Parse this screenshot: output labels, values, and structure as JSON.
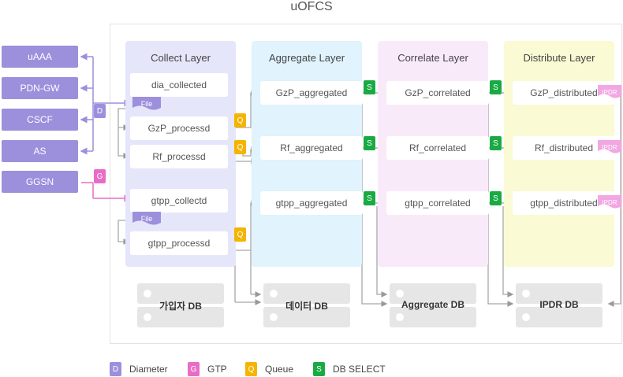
{
  "title": "uOFCS",
  "external": [
    "uAAA",
    "PDN-GW",
    "CSCF",
    "AS",
    "GGSN"
  ],
  "layers": {
    "collect": {
      "title": "Collect Layer",
      "boxes": [
        "dia_collected",
        "GzP_processd",
        "Rf_processd",
        "gtpp_collectd",
        "gtpp_processd"
      ]
    },
    "aggregate": {
      "title": "Aggregate Layer",
      "boxes": [
        "GzP_aggregated",
        "Rf_aggregated",
        "gtpp_aggregated"
      ]
    },
    "correlate": {
      "title": "Correlate Layer",
      "boxes": [
        "GzP_correlated",
        "Rf_correlated",
        "gtpp_correlated"
      ]
    },
    "distribute": {
      "title": "Distribute Layer",
      "boxes": [
        "GzP_distributed",
        "Rf_distributed",
        "gtpp_distributed"
      ]
    }
  },
  "tags": {
    "file": "File",
    "ipdr": "IPDR"
  },
  "badges": {
    "diameter": "D",
    "gtp": "G",
    "queue": "Q",
    "db_select": "S"
  },
  "databases": [
    "가입자 DB",
    "데이터 DB",
    "Aggregate DB",
    "IPDR DB"
  ],
  "legend": [
    {
      "badge": "D",
      "label": "Diameter"
    },
    {
      "badge": "G",
      "label": "GTP"
    },
    {
      "badge": "Q",
      "label": "Queue"
    },
    {
      "badge": "S",
      "label": "DB SELECT"
    }
  ],
  "colors": {
    "diameter": "#9c8fdc",
    "gtp": "#e96cc6",
    "queue": "#f5b400",
    "db_select": "#1aaa44",
    "collect_bg": "#e6e6fb",
    "aggregate_bg": "#e1f3fc",
    "correlate_bg": "#f9eafa",
    "distribute_bg": "#fafad4"
  }
}
